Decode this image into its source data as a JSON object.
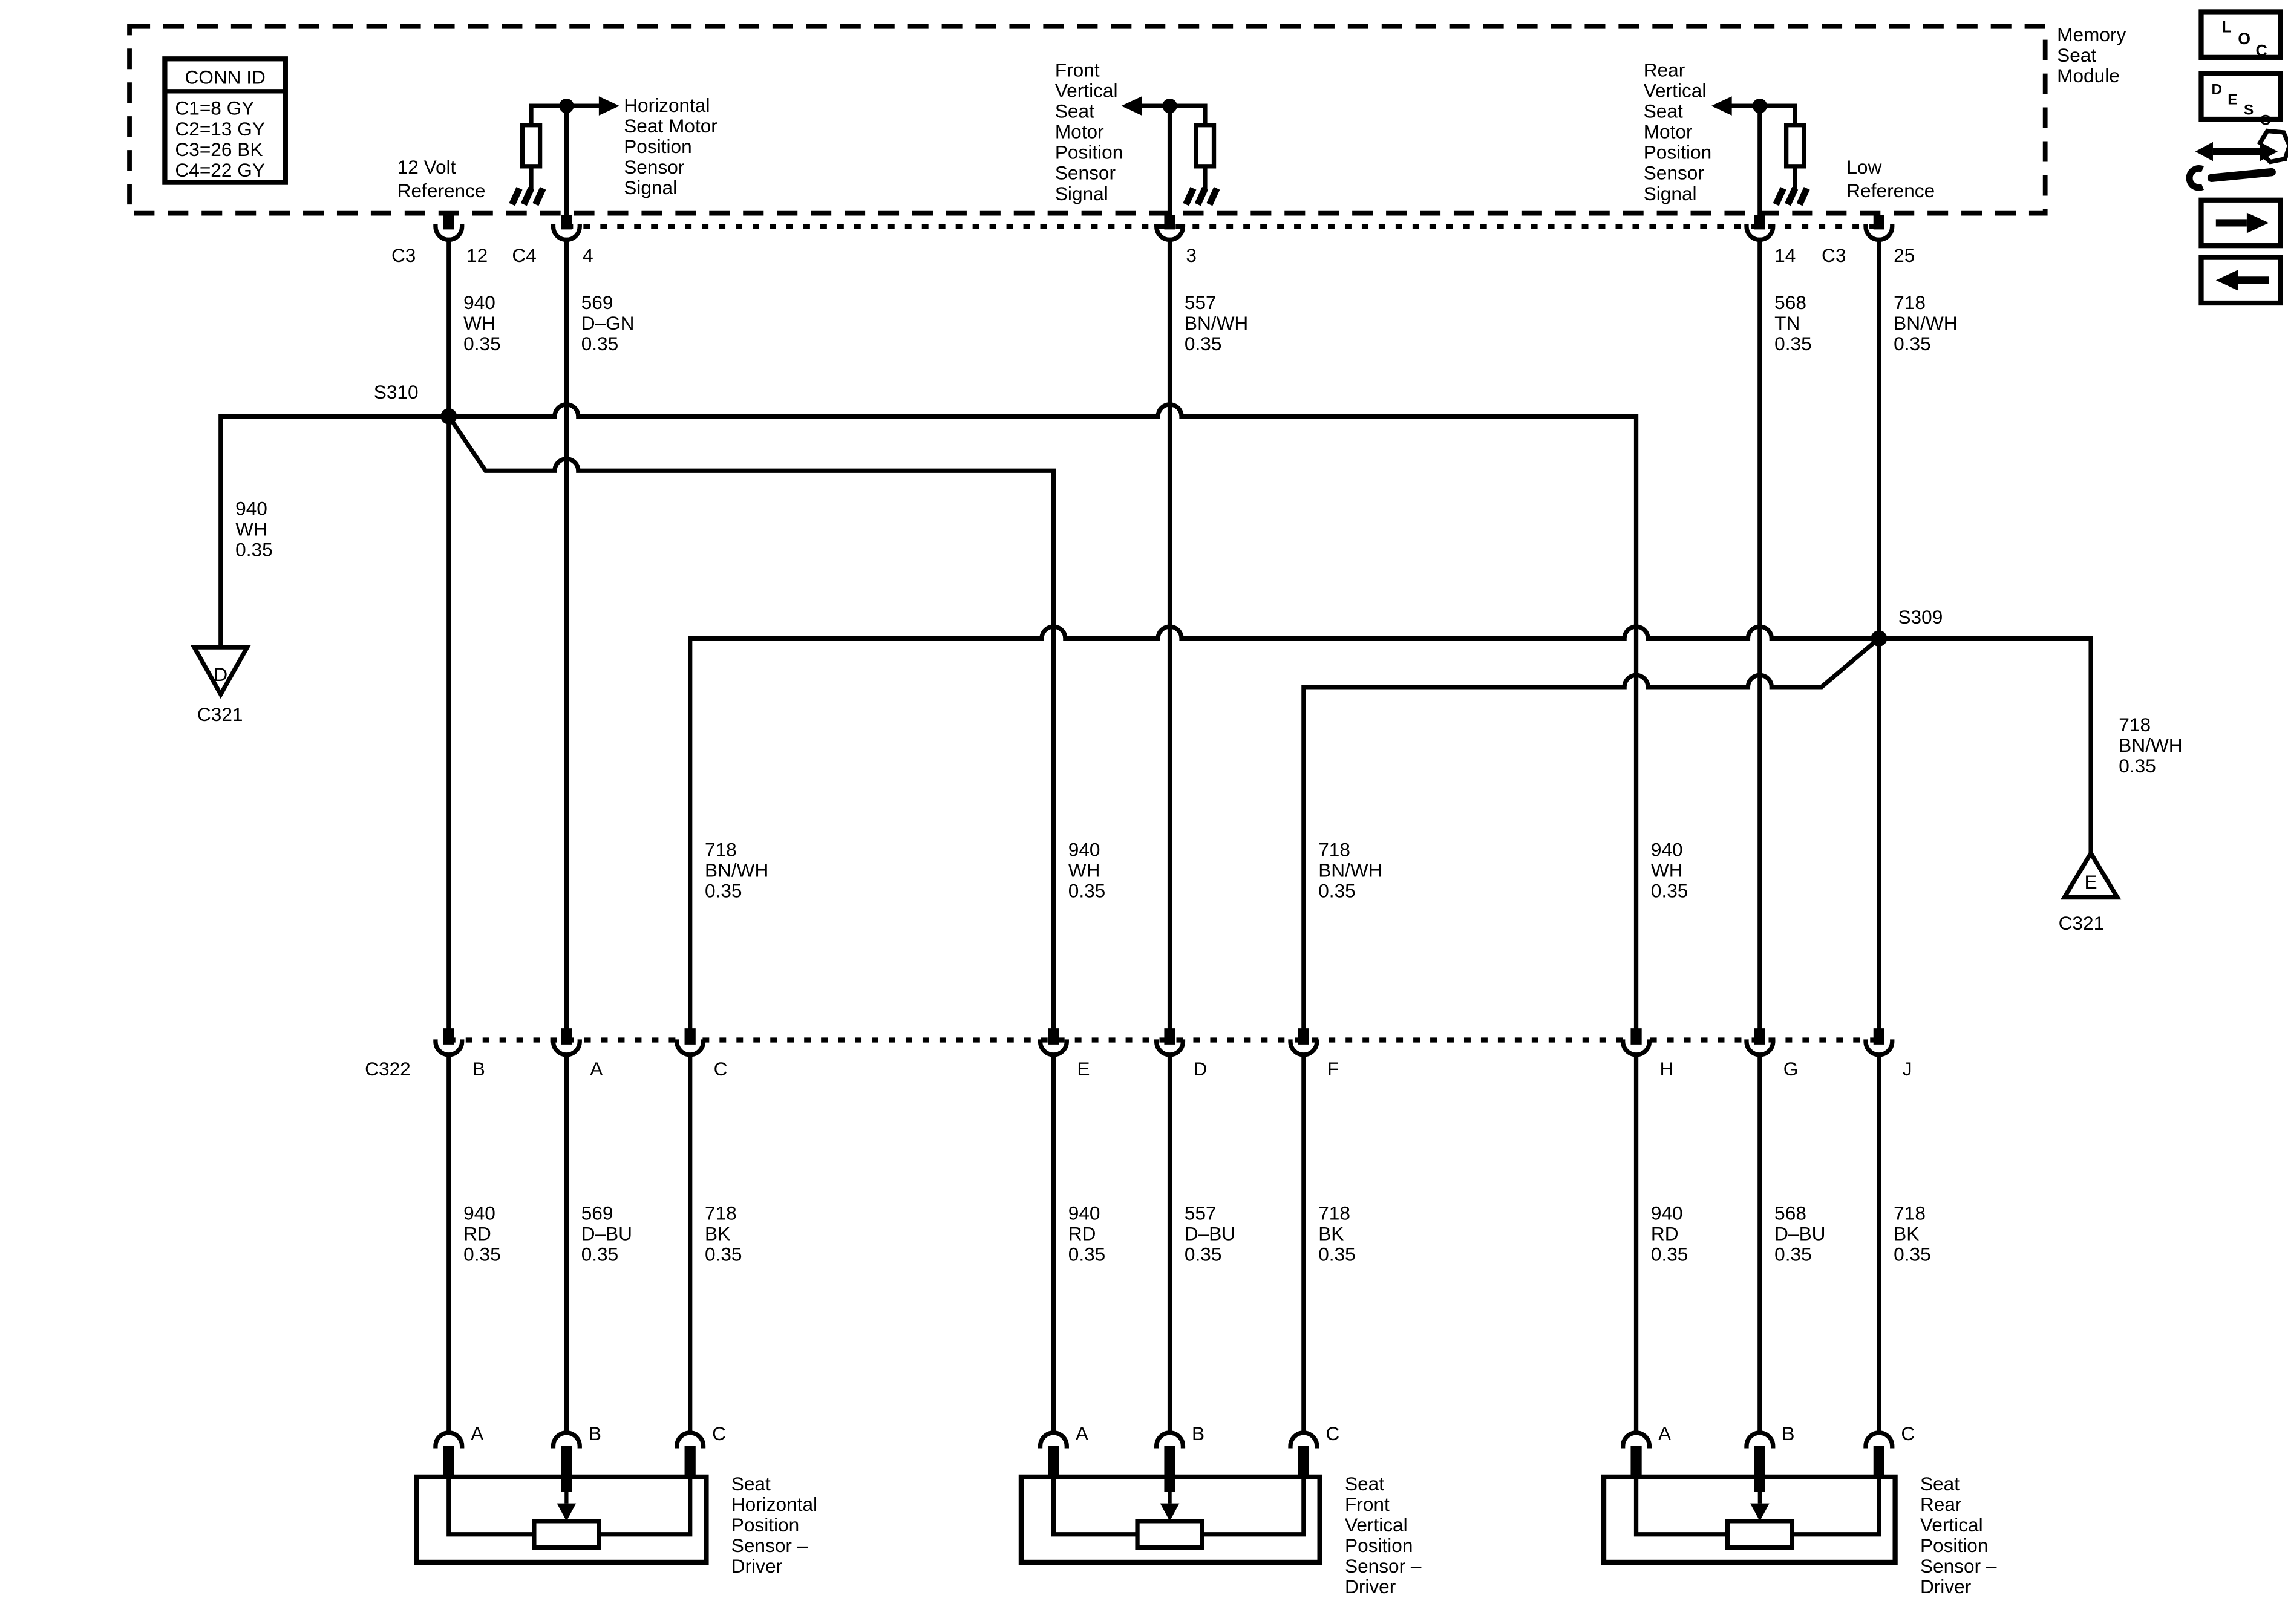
{
  "module": {
    "name_lines": [
      "Memory",
      "Seat",
      "Module"
    ],
    "conn_table": {
      "title": "CONN ID",
      "rows": [
        "C1=8 GY",
        "C2=13 GY",
        "C3=26 BK",
        "C4=22 GY"
      ]
    },
    "pins": {
      "p12": {
        "conn": "C3",
        "num": "12",
        "fn": [
          "12 Volt",
          "Reference"
        ]
      },
      "p4": {
        "conn": "C4",
        "num": "4",
        "fn": [
          "Horizontal",
          "Seat Motor",
          "Position",
          "Sensor",
          "Signal"
        ]
      },
      "p3": {
        "num": "3",
        "fn": [
          "Front",
          "Vertical",
          "Seat",
          "Motor",
          "Position",
          "Sensor",
          "Signal"
        ]
      },
      "p14": {
        "num": "14",
        "fn": [
          "Rear",
          "Vertical",
          "Seat",
          "Motor",
          "Position",
          "Sensor",
          "Signal"
        ]
      },
      "p25": {
        "conn": "C3",
        "num": "25",
        "fn": [
          "Low",
          "Reference"
        ]
      }
    }
  },
  "labels": {
    "top": [
      [
        "940",
        "WH",
        "0.35"
      ],
      [
        "569",
        "D–GN",
        "0.35"
      ],
      [
        "557",
        "BN/WH",
        "0.35"
      ],
      [
        "568",
        "TN",
        "0.35"
      ],
      [
        "718",
        "BN/WH",
        "0.35"
      ]
    ],
    "branch_d": [
      "940",
      "WH",
      "0.35"
    ],
    "branch_e": [
      "718",
      "BN/WH",
      "0.35"
    ],
    "mid": [
      [
        "718",
        "BN/WH",
        "0.35"
      ],
      [
        "940",
        "WH",
        "0.35"
      ],
      [
        "718",
        "BN/WH",
        "0.35"
      ],
      [
        "940",
        "WH",
        "0.35"
      ]
    ],
    "lower": [
      [
        "940",
        "RD",
        "0.35"
      ],
      [
        "569",
        "D–BU",
        "0.35"
      ],
      [
        "718",
        "BK",
        "0.35"
      ],
      [
        "940",
        "RD",
        "0.35"
      ],
      [
        "557",
        "D–BU",
        "0.35"
      ],
      [
        "718",
        "BK",
        "0.35"
      ],
      [
        "940",
        "RD",
        "0.35"
      ],
      [
        "568",
        "D–BU",
        "0.35"
      ],
      [
        "718",
        "BK",
        "0.35"
      ]
    ]
  },
  "splices": {
    "s310": "S310",
    "s309": "S309"
  },
  "inline_connectors": {
    "d": {
      "letter": "D",
      "id": "C321"
    },
    "e": {
      "letter": "E",
      "id": "C321"
    }
  },
  "c322": {
    "id": "C322",
    "pins": [
      "B",
      "A",
      "C",
      "E",
      "D",
      "F",
      "H",
      "G",
      "J"
    ]
  },
  "sensors": [
    {
      "pins": [
        "A",
        "B",
        "C"
      ],
      "name": [
        "Seat",
        "Horizontal",
        "Position",
        "Sensor –",
        "Driver"
      ]
    },
    {
      "pins": [
        "A",
        "B",
        "C"
      ],
      "name": [
        "Seat",
        "Front",
        "Vertical",
        "Position",
        "Sensor –",
        "Driver"
      ]
    },
    {
      "pins": [
        "A",
        "B",
        "C"
      ],
      "name": [
        "Seat",
        "Rear",
        "Vertical",
        "Position",
        "Sensor –",
        "Driver"
      ]
    }
  ],
  "toolbar": {
    "loc": [
      "L",
      "O",
      "C"
    ],
    "desc": [
      "D",
      "E",
      "S",
      "C"
    ]
  },
  "colors": {
    "ink": "#000000",
    "background": "#ffffff"
  }
}
